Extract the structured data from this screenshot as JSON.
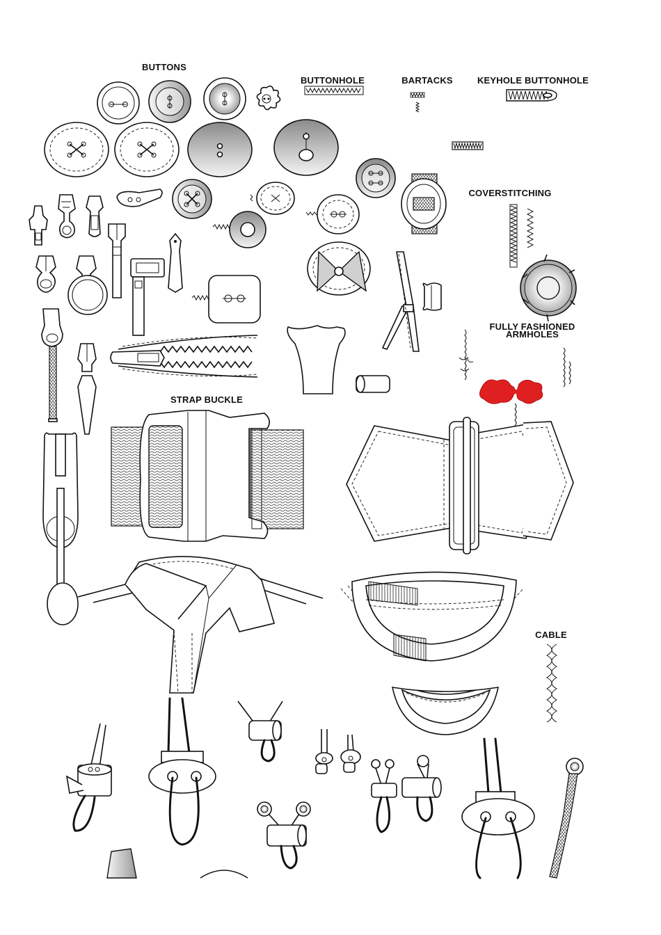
{
  "labels": {
    "buttons": "BUTTONS",
    "buttonhole": "BUTTONHOLE",
    "bartacks": "BARTACKS",
    "keyhole_buttonhole": "KEYHOLE BUTTONHOLE",
    "coverstitching": "COVERSTITCHING",
    "fully_fashioned_line1": "FULLY FASHIONED",
    "fully_fashioned_line2": "ARMHOLES",
    "strap_buckle": "STRAP BUCKLE",
    "cable": "CABLE"
  },
  "colors": {
    "line": "#111111",
    "fill": "#ffffff",
    "gray_dark": "#8a8a8a",
    "gray_light": "#f2f2f2",
    "accent_red": "#e02020"
  },
  "icons": {
    "button": "button-icon",
    "zipper_pull": "zipper-pull-icon",
    "cord_stopper": "cord-stopper-icon",
    "grommet": "grommet-icon",
    "toggle": "toggle-icon"
  }
}
